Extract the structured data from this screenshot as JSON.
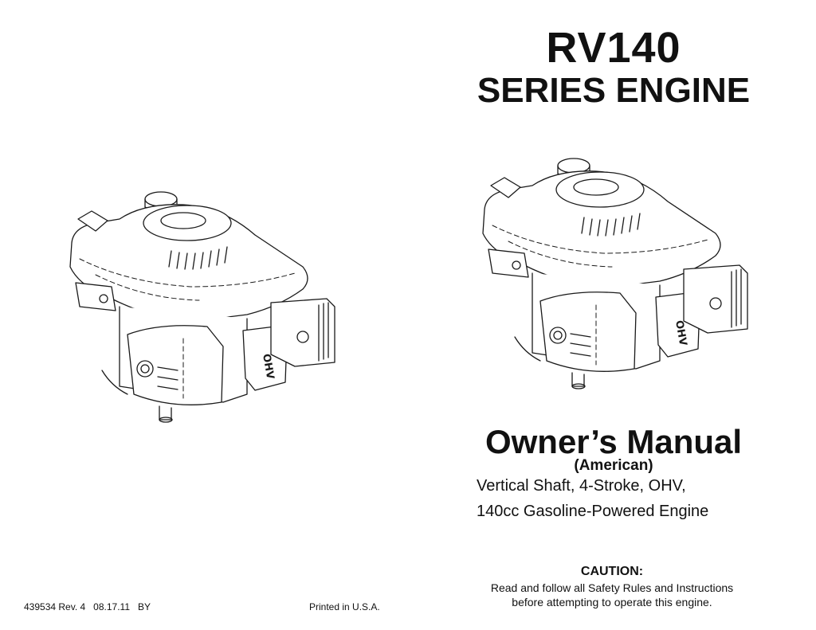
{
  "header": {
    "model": "RV140",
    "series": "SERIES ENGINE"
  },
  "manual": {
    "title": "Owner’s Manual",
    "region": "(American)",
    "description_line1": "Vertical Shaft, 4-Stroke, OHV,",
    "description_line2": "140cc Gasoline-Powered Engine"
  },
  "caution": {
    "heading": "CAUTION:",
    "line1": "Read and follow all Safety Rules and Instructions",
    "line2": "before attempting to operate this engine."
  },
  "footer": {
    "part_number": "439534 Rev. 4   08.17.11   BY",
    "printed": "Printed in U.S.A."
  },
  "illustrations": {
    "engine_label": "OHV",
    "icon": "engine-line-drawing"
  }
}
